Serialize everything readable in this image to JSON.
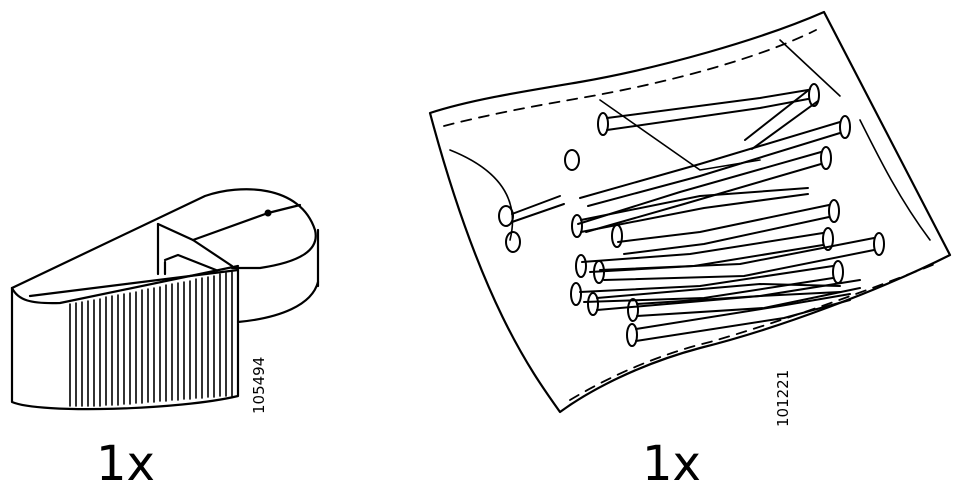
{
  "parts": [
    {
      "icon": "plastic-container-icon",
      "part_number": "105494",
      "quantity": "1x"
    },
    {
      "icon": "bag-of-nails-icon",
      "part_number": "101221",
      "quantity": "1x"
    }
  ],
  "colors": {
    "line": "#000000",
    "background": "#ffffff"
  }
}
